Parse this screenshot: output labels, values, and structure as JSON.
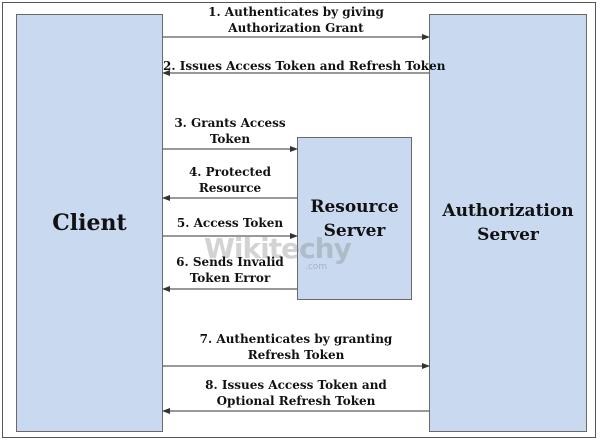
{
  "nodes": {
    "client": "Client",
    "resource_server": {
      "line1": "Resource",
      "line2": "Server"
    },
    "authorization_server": {
      "line1": "Authorization",
      "line2": "Server"
    }
  },
  "steps": [
    {
      "line1": "1. Authenticates by giving",
      "line2": "Authorization Grant",
      "direction": "right"
    },
    {
      "line1": "2. Issues Access Token and Refresh Token",
      "line2": "",
      "direction": "left"
    },
    {
      "line1": "3. Grants Access",
      "line2": "Token",
      "direction": "right"
    },
    {
      "line1": "4. Protected",
      "line2": "Resource",
      "direction": "left"
    },
    {
      "line1": "5. Access Token",
      "line2": "",
      "direction": "right"
    },
    {
      "line1": "6. Sends Invalid",
      "line2": "Token Error",
      "direction": "left"
    },
    {
      "line1": "7. Authenticates by granting",
      "line2": "Refresh Token",
      "direction": "right"
    },
    {
      "line1": "8. Issues Access Token and",
      "line2": "Optional Refresh Token",
      "direction": "left"
    }
  ],
  "watermark": {
    "brand": "Wikitechy",
    "domain": ".com"
  },
  "colors": {
    "box_fill": "#c9daf0",
    "box_border": "#6a6a6a",
    "arrow": "#333333"
  }
}
